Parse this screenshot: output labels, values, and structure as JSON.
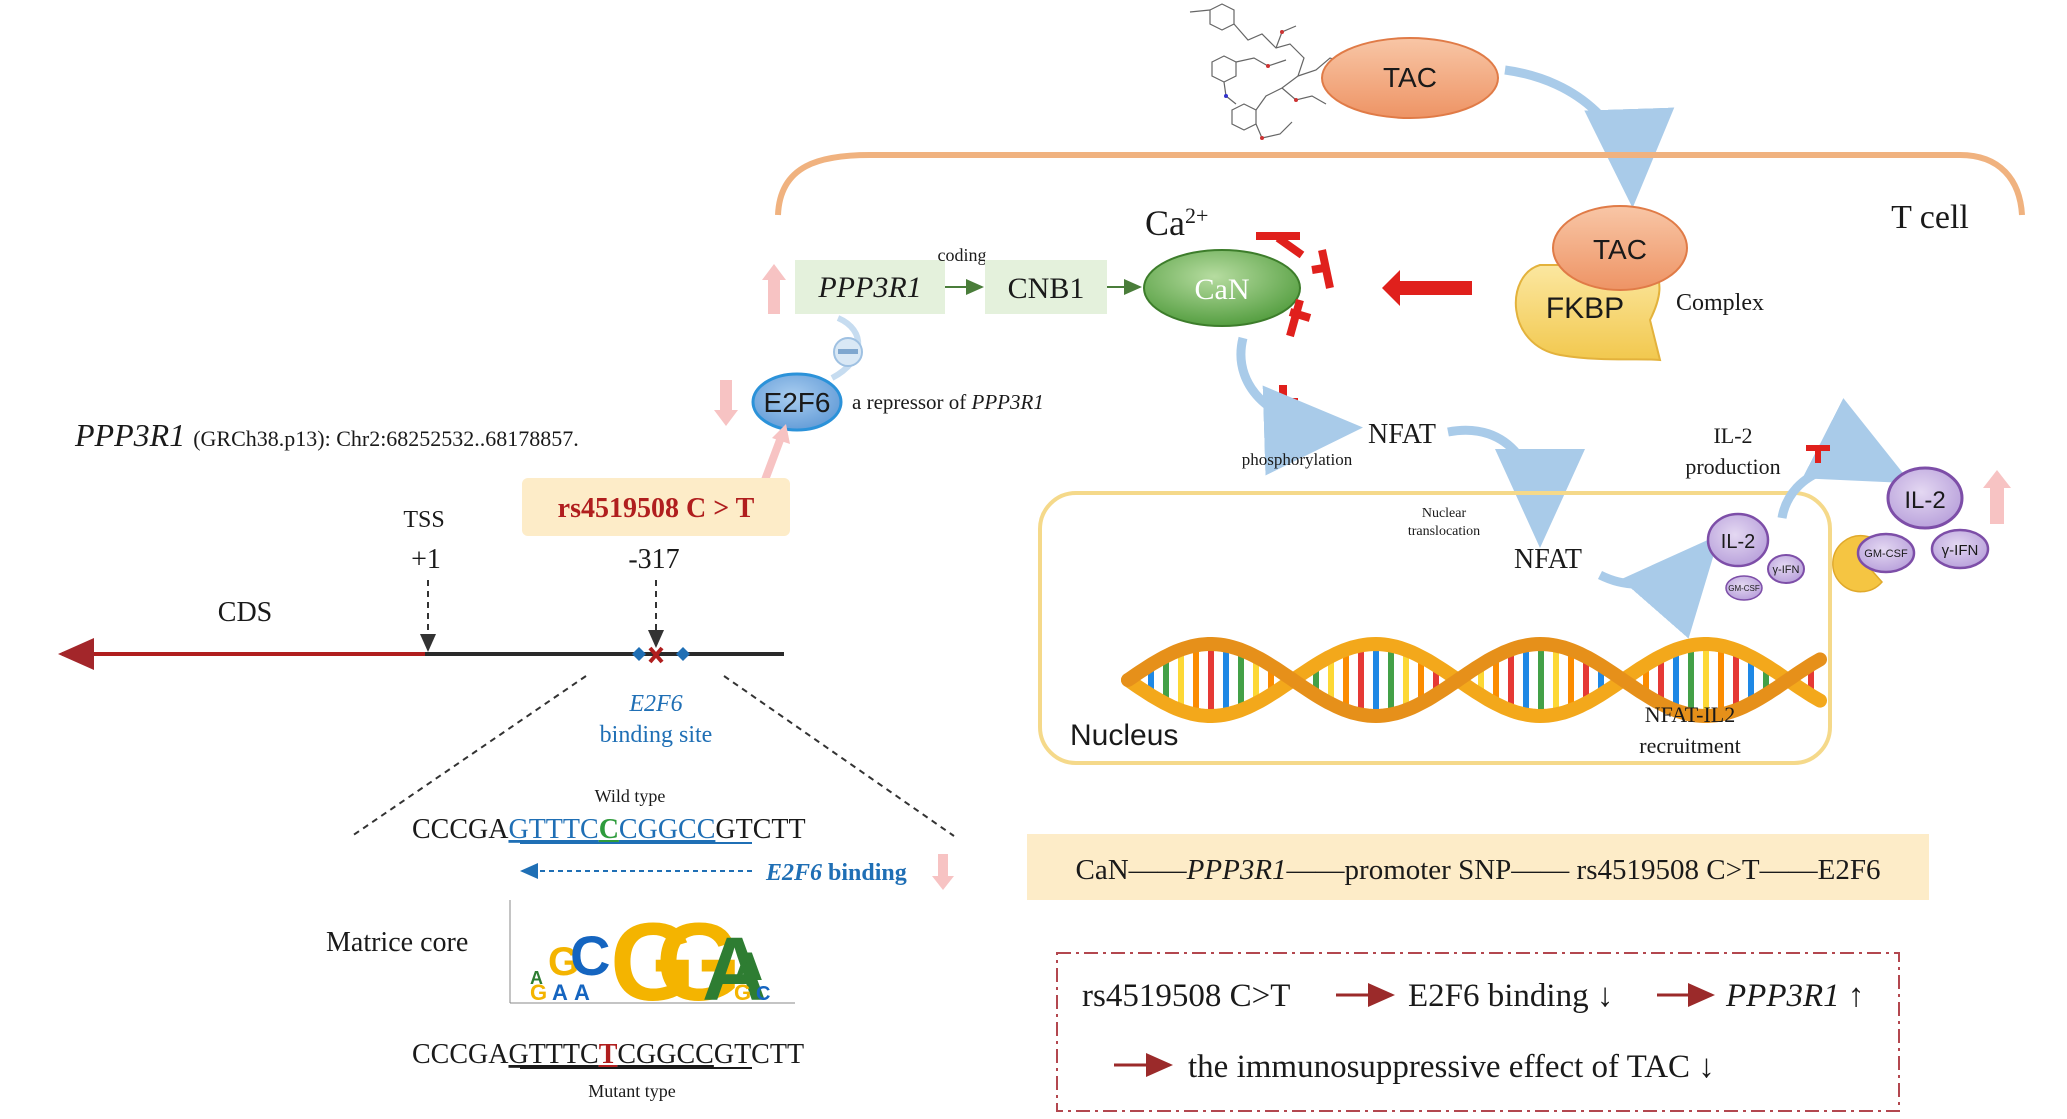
{
  "molecule_icon": "tacrolimus-structure-icon",
  "cell": {
    "label": "T cell",
    "membrane_color": "#f0b27f"
  },
  "tac_outside": "TAC",
  "complex": {
    "tac": "TAC",
    "fkbp": "FKBP",
    "label": "Complex"
  },
  "calcium": {
    "base": "Ca",
    "sup": "2+"
  },
  "pathway": {
    "gene": "PPP3R1",
    "coding": "coding",
    "cnb1": "CNB1",
    "can": "CaN",
    "e2f6": "E2F6",
    "repressor_prefix": "a repressor of",
    "repressor_gene": "PPP3R1",
    "nfat_cyto": "NFAT",
    "phosphorylation": "phosphorylation",
    "translocation_line1": "Nuclear",
    "translocation_line2": "translocation",
    "nfat_nucleus": "NFAT",
    "il2_prod_line1": "IL-2",
    "il2_prod_line2": "production",
    "il2_small": "IL-2",
    "ifn_small": "γ-IFN",
    "gmcsf_small": "GM-CSF",
    "il2_big": "IL-2",
    "gmcsf_big": "GM-CSF",
    "ifn_big": "γ-IFN",
    "recruit_line1": "NFAT-IL2",
    "recruit_line2": "recruitment",
    "nucleus": "Nucleus"
  },
  "gene_info": {
    "name": "PPP3R1",
    "assembly": "(GRCh38.p13): Chr2:68252532..68178857."
  },
  "snp": {
    "label": "rs4519508 C > T",
    "position": "-317"
  },
  "tss": {
    "label": "TSS",
    "position": "+1"
  },
  "cds": "CDS",
  "binding_site": {
    "line1": "E2F6",
    "line2": "binding site"
  },
  "wild_type": {
    "label": "Wild type",
    "seq_prefix": "CCCGA",
    "seq_core_a": "GTTTC",
    "seq_variant": "C",
    "seq_core_b": "CGGCC",
    "seq_suffix": "GTCTT"
  },
  "binding_arrow": {
    "gene": "E2F6",
    "text": "binding"
  },
  "matrice_core": "Matrice core",
  "mutant_type": {
    "label": "Mutant type",
    "seq_prefix": "CCCGA",
    "seq_core_a": "GTTTC",
    "seq_variant": "T",
    "seq_core_b": "CGGCC",
    "seq_suffix": "GTCTT"
  },
  "chain": {
    "p1": "CaN——",
    "gene": "PPP3R1",
    "p2": "——promoter SNP—— rs4519508 C>T——E2F6"
  },
  "summary": {
    "s1": "rs4519508 C>T",
    "s2": "E2F6 binding ↓",
    "s3_gene": "PPP3R1",
    "s3_arrow": "↑",
    "s4": "the immunosuppressive effect of TAC ↓"
  },
  "colors": {
    "tac_fill": "#f2a77f",
    "can_fill": "#5fa84a",
    "e2f6_fill": "#6ea6dc",
    "fkbp_fill": "#f7d778",
    "nucleus_border": "#f5d98a",
    "snp_red": "#b01e1e",
    "link_blue": "#1f6fb5",
    "inhibit_red": "#e0201c",
    "up_pink": "#f7c3c3",
    "box_fill": "#fdecc8"
  }
}
